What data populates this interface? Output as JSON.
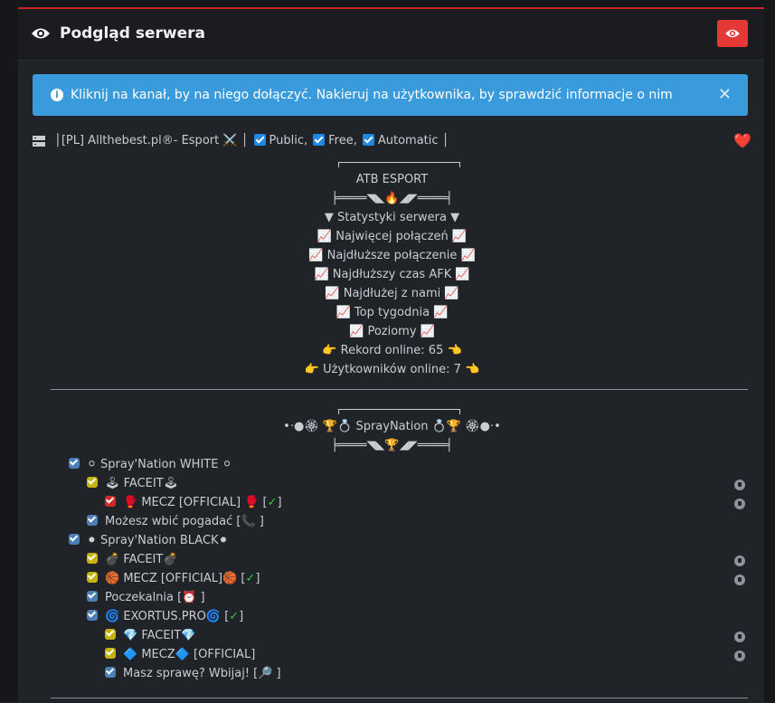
{
  "header": {
    "title": "Podgląd serwera"
  },
  "alert": {
    "message": "Kliknij na kanał, by na niego dołączyć. Nakieruj na użytkownika, by sprawdzić informacje o nim",
    "close": "✕"
  },
  "server": {
    "name": "│[PL] Allthebest.pl®- Esport ⚔️ │",
    "flags": [
      "Public,",
      "Free,",
      "Automatic"
    ],
    "end": "│",
    "heart": "❤️"
  },
  "banner1": {
    "title": "ATB ESPORT",
    "sub": "╞════◥◣🔥◢◤════╡",
    "lines": [
      "▼ Statystyki serwera ▼",
      "📈 Najwięcej połączeń 📈",
      "📈 Najdłuższe połączenie 📈",
      "📈 Najdłuższy czas AFK 📈",
      "📈 Najdłużej z nami 📈",
      "📈 Top tygodnia 📈",
      "📈 Poziomy 📈",
      "👉 Rekord online: 65 👈",
      "👉 Użytkowników online: 7 👈"
    ]
  },
  "banner2": {
    "title": "•·●🏵 🏆💍 SprayNation 💍🏆 🏵●·•",
    "sub": "╞════◥◣🏆◢◤════╡"
  },
  "channels": [
    {
      "label": "⚪ Spray'Nation WHITE ⚪",
      "color": "blue",
      "level": 0,
      "lock": false
    },
    {
      "label": "🕹 FACEIT🕹",
      "color": "yellow",
      "level": 1,
      "lock": true
    },
    {
      "label": "🥊 MECZ [OFFICIAL] 🥊 [",
      "tail": "✓",
      "end": "]",
      "color": "red",
      "level": 2,
      "lock": true
    },
    {
      "label": "Możesz wbić pogadać [📞 ]",
      "color": "blue",
      "level": 1,
      "lock": false
    },
    {
      "label": "⚫ Spray'Nation BLACK⚫",
      "color": "blue",
      "level": 0,
      "lock": false
    },
    {
      "label": "💣 FACEIT💣",
      "color": "yellow",
      "level": 1,
      "lock": true
    },
    {
      "label": "🏀 MECZ [OFFICIAL]🏀 [",
      "tail": "✓",
      "end": "]",
      "color": "yellow",
      "level": 1,
      "lock": true
    },
    {
      "label": "Poczekalnia [⏰ ]",
      "color": "blue",
      "level": 1,
      "lock": false
    },
    {
      "label": "🌀 EXORTUS.PRO🌀 [",
      "tail": "✓",
      "end": "]",
      "color": "blue",
      "level": 1,
      "lock": false
    },
    {
      "label": "💎 FACEIT💎",
      "color": "yellow",
      "level": 2,
      "lock": true
    },
    {
      "label": "🔷 MECZ🔷 [OFFICIAL]",
      "color": "yellow",
      "level": 2,
      "lock": true
    },
    {
      "label": "Masz sprawę? Wbijaj! [🔎 ]",
      "color": "blue",
      "level": 2,
      "lock": false
    }
  ]
}
